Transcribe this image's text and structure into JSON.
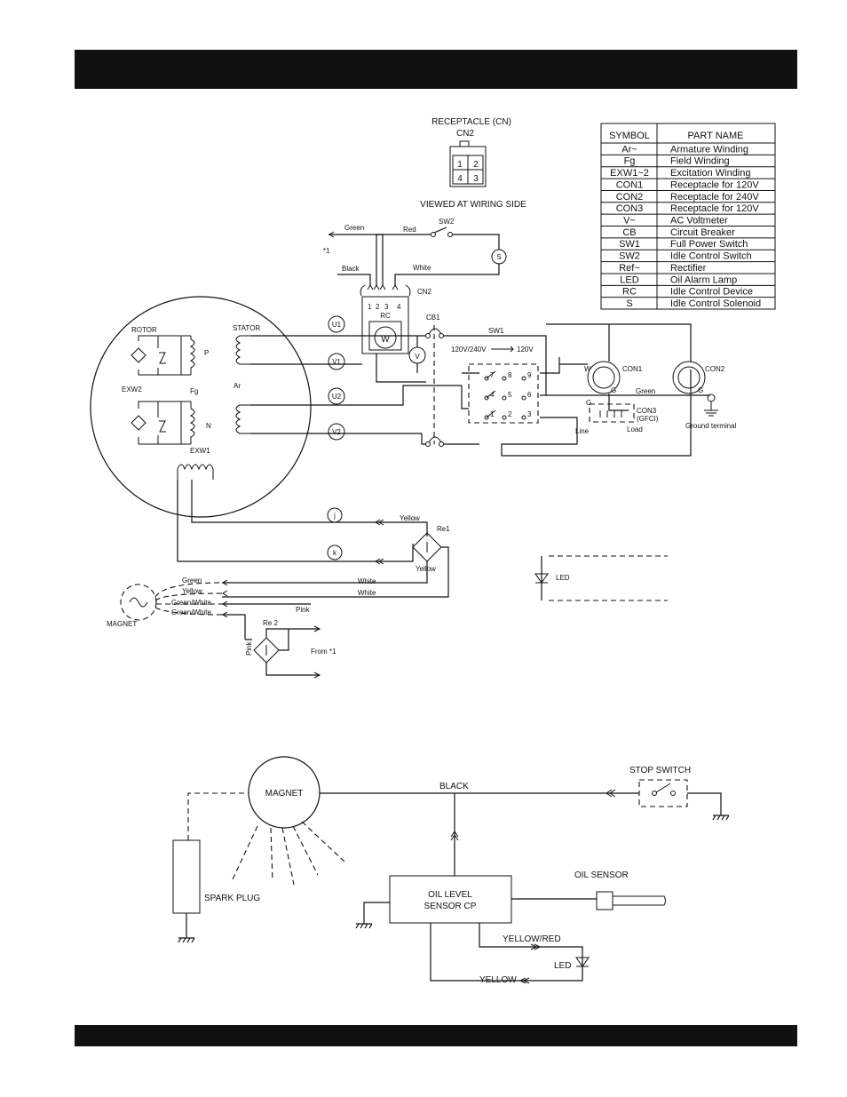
{
  "receptacle": {
    "title": "RECEPTACLE (CN)",
    "connector": "CN2",
    "pins": [
      "1",
      "2",
      "4",
      "3"
    ],
    "caption": "VIEWED AT WIRING SIDE"
  },
  "legend": {
    "headers": [
      "SYMBOL",
      "PART NAME"
    ],
    "rows": [
      [
        "Ar~",
        "Armature Winding"
      ],
      [
        "Fg",
        "Field Winding"
      ],
      [
        "EXW1~2",
        "Excitation Winding"
      ],
      [
        "CON1",
        "Receptacle for 120V"
      ],
      [
        "CON2",
        "Receptacle for 240V"
      ],
      [
        "CON3",
        "Receptacle for 120V"
      ],
      [
        "V~",
        "AC Voltmeter"
      ],
      [
        "CB",
        "Circuit Breaker"
      ],
      [
        "SW1",
        "Full Power Switch"
      ],
      [
        "SW2",
        "Idle Control Switch"
      ],
      [
        "Ref~",
        "Rectifier"
      ],
      [
        "LED",
        "Oil Alarm Lamp"
      ],
      [
        "RC",
        "Idle Control Device"
      ],
      [
        "S",
        "Idle Control Solenoid"
      ]
    ]
  },
  "wiring": {
    "green": "Green",
    "red": "Red",
    "sw2": "SW2",
    "star1": "*1",
    "black": "Black",
    "white": "White",
    "cn2": "CN2",
    "s": "S",
    "pins": [
      "1",
      "2",
      "3",
      "4"
    ],
    "rc": "RC",
    "w": "W",
    "cb1": "CB1",
    "sw1": "SW1",
    "v": "V",
    "volt_select": "120V/240V",
    "volt_120": "120V",
    "rotor": "ROTOR",
    "stator": "STATOR",
    "p": "P",
    "exw2": "EXW2",
    "fg": "Fg",
    "ar": "Ar",
    "n": "N",
    "exw1": "EXW1",
    "u1": "U1",
    "v1": "V1",
    "u2": "U2",
    "v2": "V2",
    "sw_pins": [
      "7",
      "8",
      "9",
      "4",
      "5",
      "6",
      "1",
      "2",
      "3"
    ],
    "con1": "CON1",
    "con2": "CON2",
    "con1_w": "W",
    "con1_g": "G",
    "con2_g": "G",
    "green_lbl": "Green",
    "con3_g": "G",
    "con3": "CON3",
    "gfci": "(GFCI)",
    "line": "Line",
    "load": "Load",
    "ground_terminal": "Ground terminal",
    "j": "j",
    "k": "k",
    "yellow1": "Yellow",
    "yellow2": "Yellow",
    "re1": "Re1",
    "led": "LED",
    "mag_green": "Green",
    "mag_yellow": "Yellow",
    "mag_gw1": "Green/White",
    "mag_gw2": "Green/White",
    "white1": "White",
    "white2": "White",
    "magnet": "MAGNET",
    "pink1": "Pink",
    "pink2": "Pink",
    "re2": "Re 2",
    "from1": "From *1"
  },
  "bottom": {
    "magnet": "MAGNET",
    "black": "BLACK",
    "stop_switch": "STOP SWITCH",
    "spark_plug": "SPARK PLUG",
    "oil_sensor": "OIL SENSOR",
    "oil_level_1": "OIL LEVEL",
    "oil_level_2": "SENSOR CP",
    "yellow_red": "YELLOW/RED",
    "led": "LED",
    "yellow": "YELLOW"
  }
}
